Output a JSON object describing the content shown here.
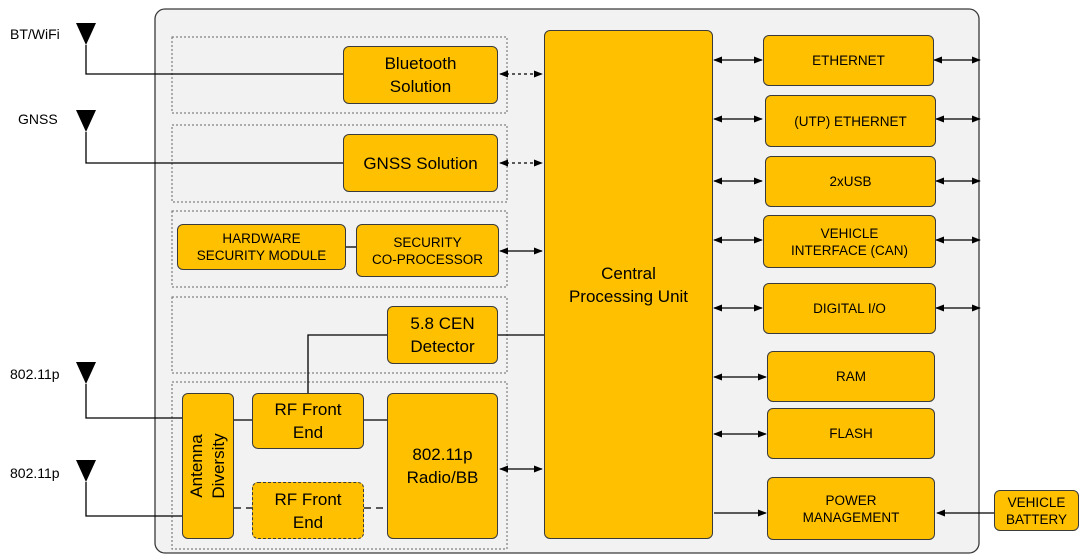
{
  "antennas": {
    "bt_wifi": "BT/WiFi",
    "gnss": "GNSS",
    "p1": "802.11p",
    "p2": "802.11p"
  },
  "blocks": {
    "bluetooth": "Bluetooth\nSolution",
    "gnss": "GNSS Solution",
    "hsm": "HARDWARE\nSECURITY MODULE",
    "security_coprocessor": "SECURITY\nCO-PROCESSOR",
    "cen_detector": "5.8 CEN\nDetector",
    "antenna_diversity": "Antenna\nDiversity",
    "rf_front_end_1": "RF Front\nEnd",
    "rf_front_end_2": "RF Front\nEnd",
    "radio_bb": "802.11p\nRadio/BB",
    "cpu": "Central\nProcessing Unit"
  },
  "interfaces": {
    "ethernet": "ETHERNET",
    "utp_ethernet": "(UTP) ETHERNET",
    "usb": "2xUSB",
    "vehicle_interface": "VEHICLE\nINTERFACE (CAN)",
    "digital_io": "DIGITAL I/O",
    "ram": "RAM",
    "flash": "FLASH",
    "power_management": "POWER\nMANAGEMENT",
    "vehicle_battery": "VEHICLE\nBATTERY"
  },
  "colors": {
    "block_fill": "#FFC000",
    "enclosure_fill": "#F2F2F2",
    "line": "#000000"
  }
}
